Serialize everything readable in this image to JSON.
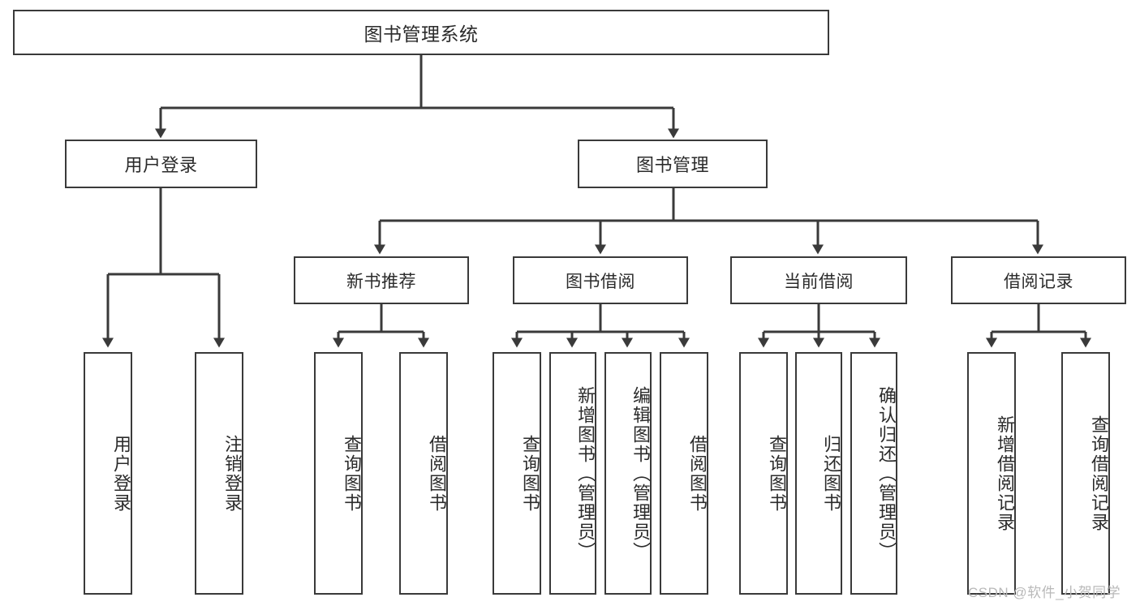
{
  "diagram": {
    "type": "tree-hierarchy-flowchart",
    "title_node": {
      "label": "图书管理系统"
    },
    "level2": [
      {
        "id": "user-login",
        "label": "用户登录"
      },
      {
        "id": "book-management",
        "label": "图书管理"
      }
    ],
    "level3": [
      {
        "id": "new-book-recommend",
        "label": "新书推荐",
        "parent": "book-management"
      },
      {
        "id": "book-borrow",
        "label": "图书借阅",
        "parent": "book-management"
      },
      {
        "id": "current-borrow",
        "label": "当前借阅",
        "parent": "book-management"
      },
      {
        "id": "borrow-record",
        "label": "借阅记录",
        "parent": "book-management"
      }
    ],
    "leaves": [
      {
        "id": "leaf-user-login",
        "label": "用户登录",
        "parent": "user-login"
      },
      {
        "id": "leaf-user-logout",
        "label": "注销登录",
        "parent": "user-login"
      },
      {
        "id": "leaf-query-book-1",
        "label": "查询图书",
        "parent": "new-book-recommend"
      },
      {
        "id": "leaf-borrow-book-1",
        "label": "借阅图书",
        "parent": "new-book-recommend"
      },
      {
        "id": "leaf-query-book-2",
        "label": "查询图书",
        "parent": "book-borrow"
      },
      {
        "id": "leaf-add-book",
        "label": "新增图书（管理员）",
        "parent": "book-borrow"
      },
      {
        "id": "leaf-edit-book",
        "label": "编辑图书（管理员）",
        "parent": "book-borrow"
      },
      {
        "id": "leaf-borrow-book-2",
        "label": "借阅图书",
        "parent": "book-borrow"
      },
      {
        "id": "leaf-query-book-3",
        "label": "查询图书",
        "parent": "current-borrow"
      },
      {
        "id": "leaf-return-book",
        "label": "归还图书",
        "parent": "current-borrow"
      },
      {
        "id": "leaf-confirm-return",
        "label": "确认归还（管理员）",
        "parent": "current-borrow"
      },
      {
        "id": "leaf-add-record",
        "label": "新增借阅记录",
        "parent": "borrow-record"
      },
      {
        "id": "leaf-query-record",
        "label": "查询借阅记录",
        "parent": "borrow-record"
      }
    ],
    "colors": {
      "border": "#3a3a3a",
      "text": "#2b2b2b",
      "background": "#ffffff",
      "connector": "#3a3a3a",
      "watermark": "#b9b9b9"
    }
  },
  "watermark": {
    "text": "CSDN @软件_小贺同学"
  }
}
